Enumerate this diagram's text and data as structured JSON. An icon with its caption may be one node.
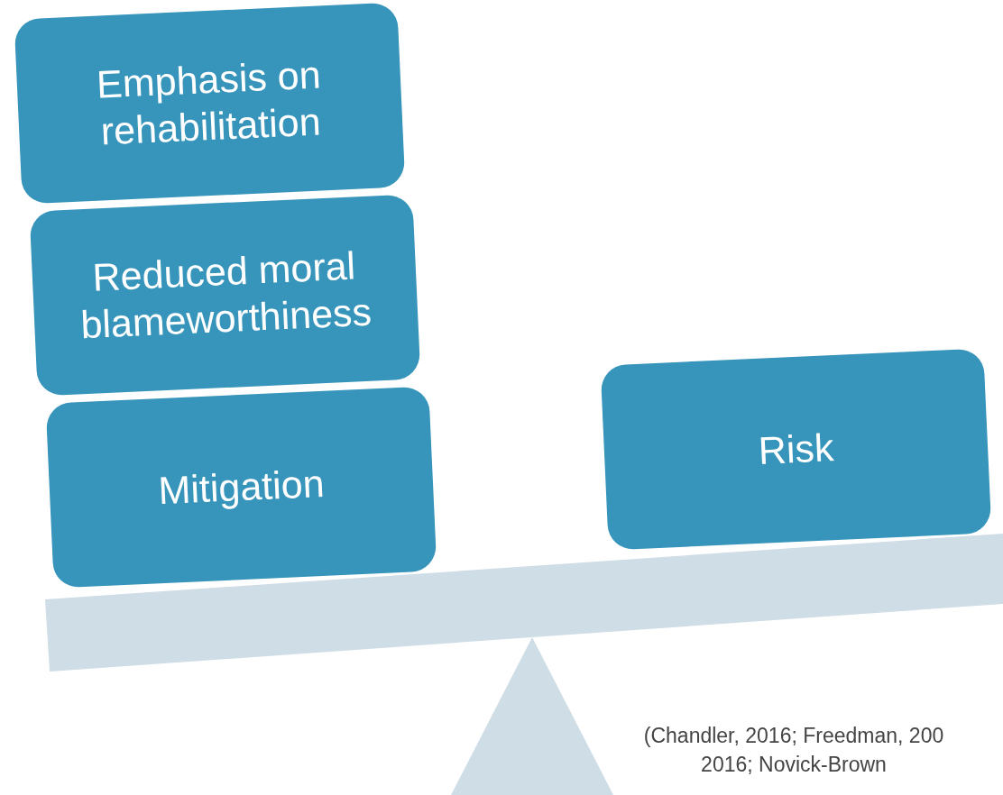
{
  "diagram": {
    "nodes": [
      {
        "text": [
          "Emphasis on rehabilitation"
        ]
      },
      {
        "text": [
          "Reduced moral blameworthiness"
        ]
      },
      {
        "text": [
          "Mitigation"
        ]
      },
      {
        "text": [
          "Risk"
        ]
      }
    ],
    "labels": [
      "(Chandler, 2016; Freedman, 200 2016; Novick-Brown"
    ]
  }
}
